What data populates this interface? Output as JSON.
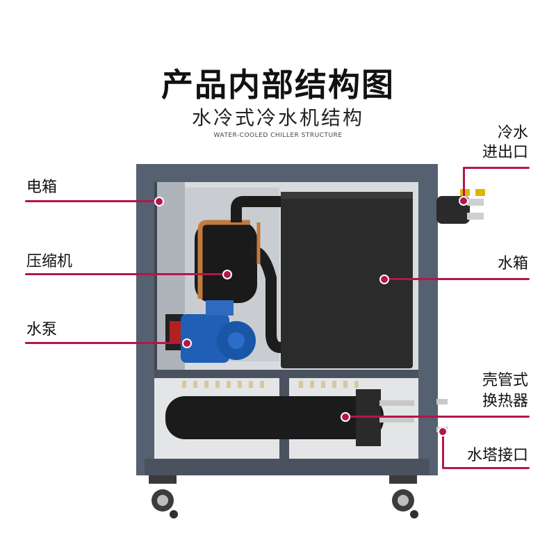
{
  "title": "产品内部结构图",
  "subtitle": "水冷式冷水机结构",
  "subtitle_en": "WATER-COOLED CHILLER STRUCTURE",
  "labels": {
    "electric_box": "电箱",
    "compressor": "压缩机",
    "water_pump": "水泵",
    "chilled_water_line1": "冷水",
    "chilled_water_line2": "进出口",
    "water_tank": "水箱",
    "heat_exchanger_line1": "壳管式",
    "heat_exchanger_line2": "换热器",
    "cooling_tower_port": "水塔接口"
  },
  "colors": {
    "leader_line": "#b3164a",
    "frame": "#4f5866",
    "tank": "#2b2b2b",
    "pump": "#1f5fb5"
  }
}
